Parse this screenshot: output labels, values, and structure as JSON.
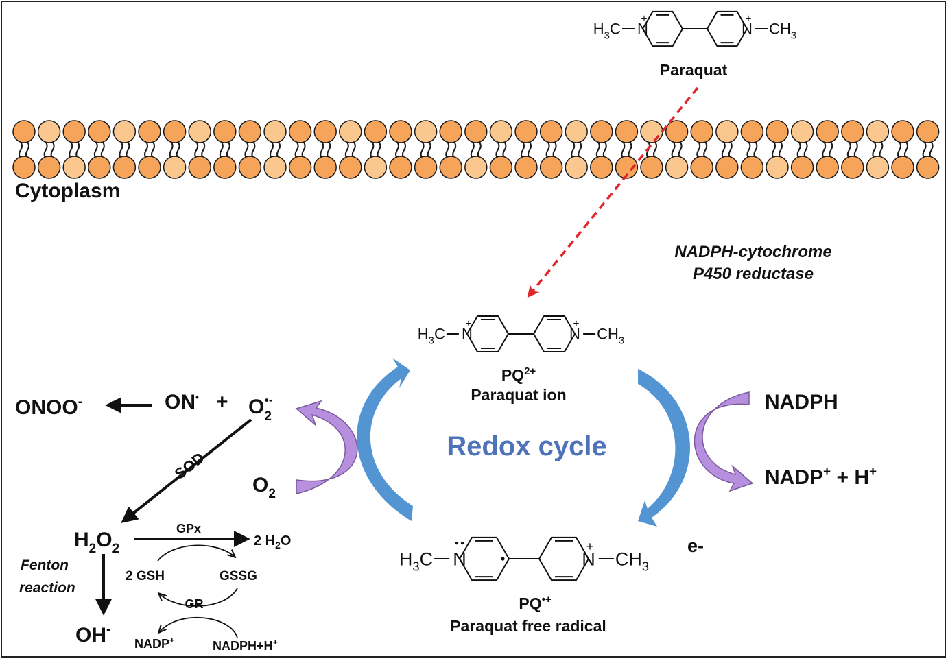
{
  "colors": {
    "lipid_head": "#f6a45a",
    "lipid_head_light": "#fac88f",
    "lipid_outline": "#1a1a1a",
    "red_arrow": "#e0282c",
    "blue_arrow": "#4a8fd0",
    "purple_arrow": "#b68fde",
    "purple_dark": "#7a5a9a",
    "redox_text": "#4f73b8",
    "ink": "#111111"
  },
  "membrane": {
    "label": "Cytoplasm"
  },
  "paraquat_top": {
    "left_group": "H3C",
    "right_group": "CH3",
    "plus": "+",
    "nitrogen": "N",
    "name": "Paraquat"
  },
  "enzyme": {
    "line1": "NADPH-cytochrome",
    "line2": "P450 reductase"
  },
  "pq_ion": {
    "left_group": "H3C",
    "right_group": "CH3",
    "nitrogen": "N",
    "plus": "+",
    "formula_base": "PQ",
    "formula_charge": "2+",
    "name": "Paraquat ion"
  },
  "pq_radical": {
    "left_group": "H3C",
    "right_group": "CH3",
    "nitrogen": "N",
    "plus": "+",
    "formula_base": "PQ",
    "formula_charge": "•+",
    "name": "Paraquat free radical"
  },
  "cycle": {
    "label": "Redox cycle",
    "electron": "e-",
    "nadph": "NADPH",
    "nadp_product": "NADP",
    "nadp_plus": "+",
    "h_plus": " + H",
    "o2": "O",
    "o2_sub": "2"
  },
  "ros": {
    "onoo": "ONOO",
    "onoo_charge": "-",
    "on": "ON",
    "on_dot": "•",
    "plus_sign": "+",
    "superoxide": "O",
    "superoxide_sub": "2",
    "superoxide_charge": "•-",
    "sod": "SOD",
    "h2o2_h": "H",
    "h2o2_o": "O",
    "sub2": "2",
    "gpx": "GPx",
    "water": "2 H",
    "water_o": "O",
    "gsh": "2 GSH",
    "gssg": "GSSG",
    "gr": "GR",
    "nadp": "NADP",
    "nadph_h": "NADPH+H",
    "plus": "+",
    "fenton1": "Fenton",
    "fenton2": "reaction",
    "oh": "OH",
    "oh_charge": "-"
  }
}
